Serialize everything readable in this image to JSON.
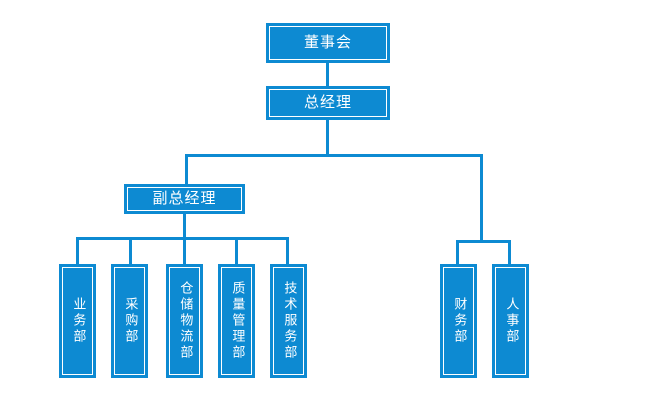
{
  "chart": {
    "type": "org-chart",
    "title": "",
    "accent_color": "#0d8ad2",
    "box_fill": "#0d8ad2",
    "text_color": "#ffffff",
    "background": "#ffffff",
    "nodes": {
      "board": "董事会",
      "general_manager": "总经理",
      "deputy_general_manager": "副总经理",
      "business": "业务部",
      "purchasing": "采购部",
      "warehouse_logistics": "仓储物流部",
      "quality_management": "质量管理部",
      "technical_service": "技术服务部",
      "finance": "财务部",
      "human_resources": "人事部"
    },
    "hierarchy": {
      "root": "董事会",
      "level2": "总经理",
      "level3_left": "副总经理",
      "level3_left_children": [
        "业务部",
        "采购部",
        "仓储物流部",
        "质量管理部",
        "技术服务部"
      ],
      "level3_right_children": [
        "财务部",
        "人事部"
      ]
    }
  }
}
